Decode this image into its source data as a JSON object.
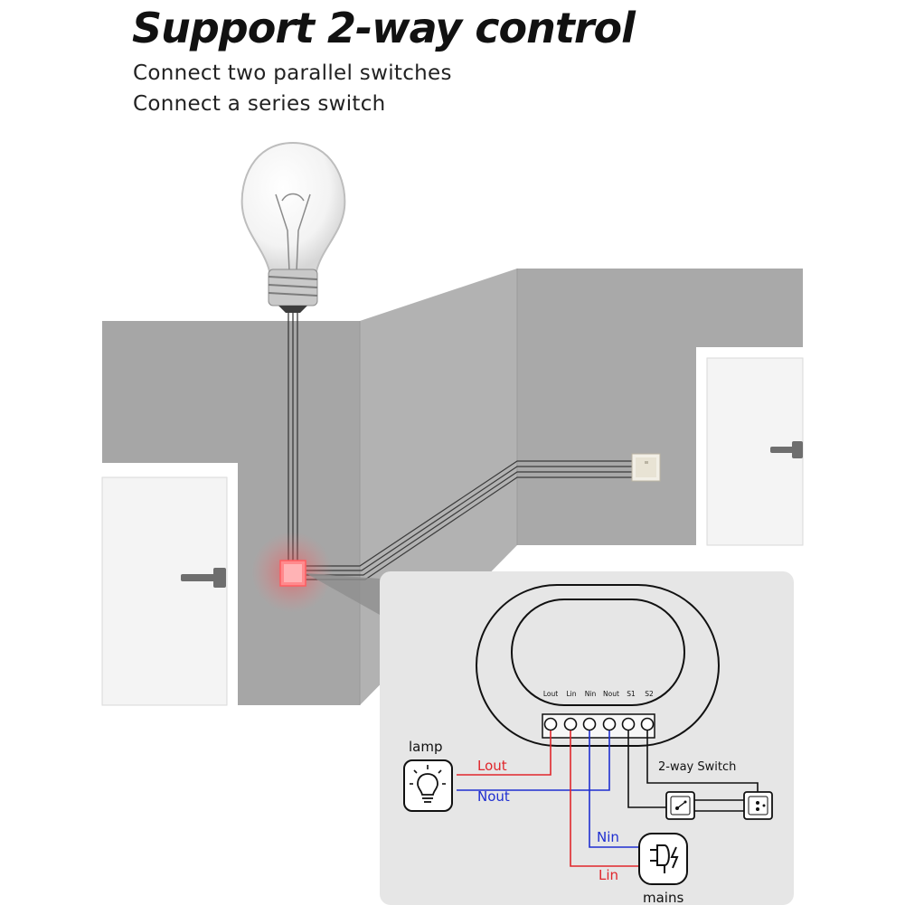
{
  "heading": {
    "title": "Support 2-way control",
    "line1": "Connect two parallel switches",
    "line2": "Connect a series switch"
  },
  "terminals": [
    "Lout",
    "Lin",
    "Nin",
    "Nout",
    "S1",
    "S2"
  ],
  "wiring": {
    "lamp_label": "lamp",
    "lout_label": "Lout",
    "nout_label": "Nout",
    "nin_label": "Nin",
    "lin_label": "Lin",
    "switch_label": "2-way Switch",
    "mains_label": "mains"
  },
  "icons": [
    "light-bulb-icon",
    "lamp-icon",
    "plug-icon",
    "switch-icon"
  ],
  "colors": {
    "live": "#e0262b",
    "neutral": "#1f2fd1",
    "wall": "#a9a9a9",
    "panel": "#e6e6e6",
    "indicator": "#ff3b40"
  }
}
